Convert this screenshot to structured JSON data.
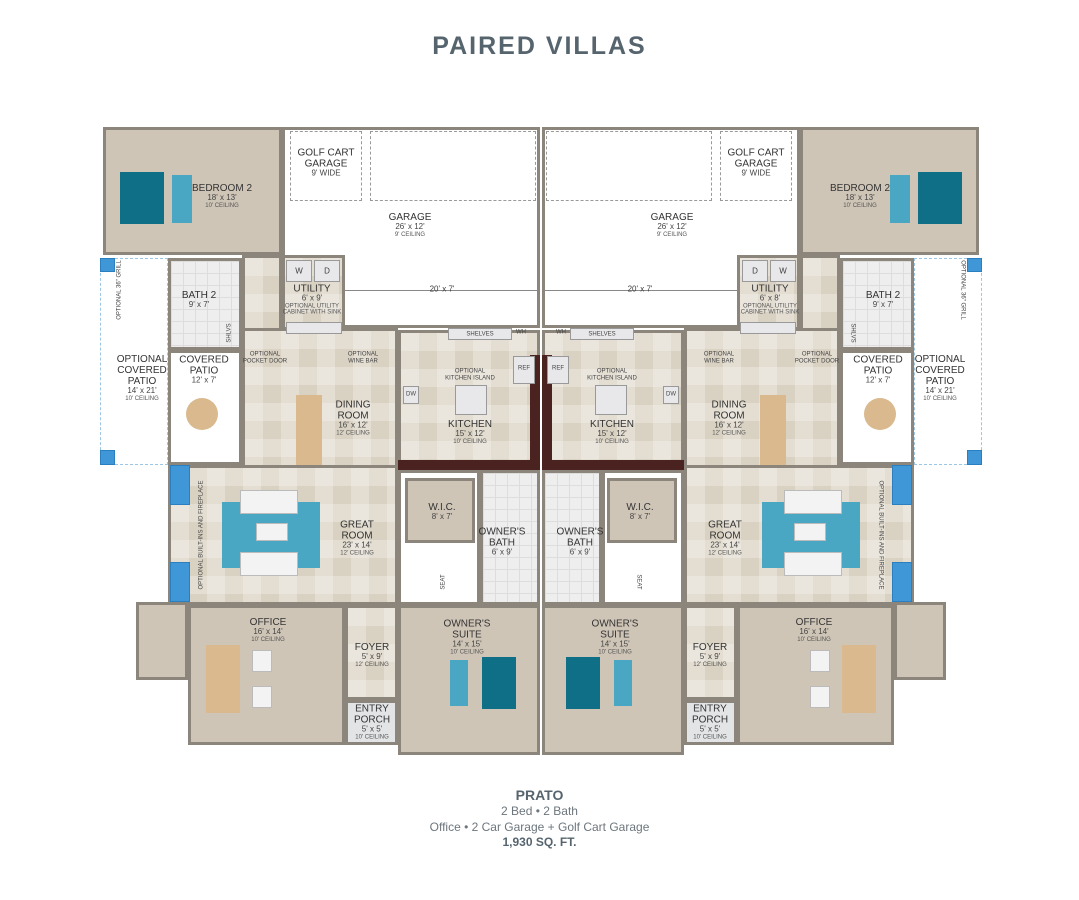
{
  "header": {
    "title": "PAIRED VILLAS"
  },
  "units": {
    "left": {
      "bedroom2": {
        "name": "BEDROOM 2",
        "size": "18' x 13'",
        "ceiling": "10' CEILING"
      },
      "golf_cart": {
        "name": "GOLF CART\nGARAGE",
        "size": "9' WIDE"
      },
      "garage": {
        "name": "GARAGE",
        "size": "26' x 12'",
        "ceiling": "9' CEILING"
      },
      "garage_bay": "20' x 7'",
      "utility": {
        "name": "UTILITY",
        "size": "6' x 9'",
        "note": "OPTIONAL UTILITY\nCABINET WITH SINK"
      },
      "washer": "W",
      "dryer": "D",
      "bath2": {
        "name": "BATH 2",
        "size": "9' x 7'"
      },
      "shlvs": "SHLVS",
      "grill": "OPTIONAL 36\" GRILL",
      "opt_patio": {
        "name": "OPTIONAL\nCOVERED\nPATIO",
        "size": "14' x 21'",
        "ceiling": "10' CEILING"
      },
      "patio": {
        "name": "COVERED\nPATIO",
        "size": "12' x 7'"
      },
      "pocket_door": "OPTIONAL\nPOCKET DOOR",
      "wine_bar": "OPTIONAL\nWINE BAR",
      "shelves": "SHELVES",
      "wh": "WH",
      "ref": "REF",
      "island": "OPTIONAL\nKITCHEN ISLAND",
      "dw": "DW",
      "kitchen": {
        "name": "KITCHEN",
        "size": "15' x 12'",
        "ceiling": "10' CEILING"
      },
      "dining": {
        "name": "DINING\nROOM",
        "size": "16' x 12'",
        "ceiling": "12' CEILING"
      },
      "great": {
        "name": "GREAT\nROOM",
        "size": "23' x 14'",
        "ceiling": "12' CEILING"
      },
      "builtins": "OPTIONAL BUILT-INS AND FIREPLACE",
      "wic": {
        "name": "W.I.C.",
        "size": "8' x 7'"
      },
      "owners_bath": {
        "name": "OWNER'S\nBATH",
        "size": "6' x 9'"
      },
      "seat": "SEAT",
      "office": {
        "name": "OFFICE",
        "size": "16' x 14'",
        "ceiling": "10' CEILING"
      },
      "foyer": {
        "name": "FOYER",
        "size": "5' x 9'",
        "ceiling": "12' CEILING"
      },
      "porch": {
        "name": "ENTRY\nPORCH",
        "size": "5' x 5'",
        "ceiling": "10' CEILING"
      },
      "suite": {
        "name": "OWNER'S\nSUITE",
        "size": "14' x 15'",
        "ceiling": "10' CEILING"
      }
    },
    "right": {
      "bedroom2": {
        "name": "BEDROOM 2",
        "size": "18' x 13'",
        "ceiling": "10' CEILING"
      },
      "golf_cart": {
        "name": "GOLF CART\nGARAGE",
        "size": "9' WIDE"
      },
      "garage": {
        "name": "GARAGE",
        "size": "26' x 12'",
        "ceiling": "9' CEILING"
      },
      "garage_bay": "20' x 7'",
      "utility": {
        "name": "UTILITY",
        "size": "6' x 8'",
        "note": "OPTIONAL UTILITY\nCABINET WITH SINK"
      },
      "washer": "W",
      "dryer": "D",
      "bath2": {
        "name": "BATH 2",
        "size": "9' x 7'"
      },
      "shlvs": "SHLVS",
      "grill": "OPTIONAL 36\" GRILL",
      "opt_patio": {
        "name": "OPTIONAL\nCOVERED\nPATIO",
        "size": "14' x 21'",
        "ceiling": "10' CEILING"
      },
      "patio": {
        "name": "COVERED\nPATIO",
        "size": "12' x 7'"
      },
      "pocket_door": "OPTIONAL\nPOCKET DOOR",
      "wine_bar": "OPTIONAL\nWINE BAR",
      "shelves": "SHELVES",
      "wh": "WH",
      "ref": "REF",
      "island": "OPTIONAL\nKITCHEN ISLAND",
      "dw": "DW",
      "kitchen": {
        "name": "KITCHEN",
        "size": "15' x 12'",
        "ceiling": "10' CEILING"
      },
      "dining": {
        "name": "DINING\nROOM",
        "size": "16' x 12'",
        "ceiling": "12' CEILING"
      },
      "great": {
        "name": "GREAT\nROOM",
        "size": "23' x 14'",
        "ceiling": "12' CEILING"
      },
      "builtins": "OPTIONAL BUILT-INS AND FIREPLACE",
      "wic": {
        "name": "W.I.C.",
        "size": "8' x 7'"
      },
      "owners_bath": {
        "name": "OWNER'S\nBATH",
        "size": "6' x 9'"
      },
      "seat": "SEAT",
      "office": {
        "name": "OFFICE",
        "size": "16' x 14'",
        "ceiling": "10' CEILING"
      },
      "foyer": {
        "name": "FOYER",
        "size": "5' x 9'",
        "ceiling": "12' CEILING"
      },
      "porch": {
        "name": "ENTRY\nPORCH",
        "size": "5' x 5'",
        "ceiling": "10' CEILING"
      },
      "suite": {
        "name": "OWNER'S\nSUITE",
        "size": "14' x 15'",
        "ceiling": "10' CEILING"
      }
    }
  },
  "footer": {
    "model": "PRATO",
    "beds_baths": "2 Bed • 2 Bath",
    "features": "Office • 2 Car Garage + Golf Cart Garage",
    "sqft": "1,930 SQ. FT."
  },
  "colors": {
    "title": "#56646e",
    "wall": "#8b857c",
    "accent_teal": "#0f6f86",
    "window_blue": "#3f97d8"
  }
}
